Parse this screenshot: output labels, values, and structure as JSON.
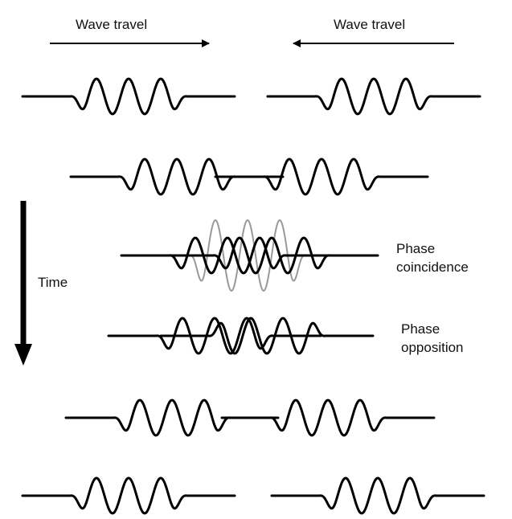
{
  "labels": {
    "wave_travel_left": "Wave travel",
    "wave_travel_right": "Wave travel",
    "time": "Time",
    "phase_coincidence_line1": "Phase",
    "phase_coincidence_line2": "coincidence",
    "phase_opposition_line1": "Phase",
    "phase_opposition_line2": "opposition"
  },
  "colors": {
    "wave": "#000000",
    "superposition": "#999999",
    "text": "#111111"
  }
}
